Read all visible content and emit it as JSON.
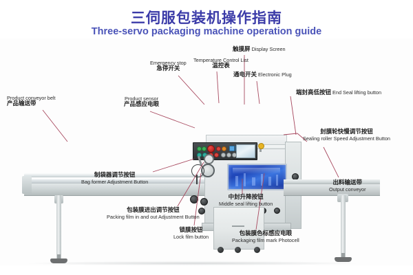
{
  "header": {
    "title_cn": "三伺服包装机操作指南",
    "title_en": "Three-servo packaging machine operation guide",
    "title_color": "#3b3ba8",
    "subtitle_color": "#4a53b8"
  },
  "diagram": {
    "leader_line_color": "#a8495f",
    "machine_name": "three-servo-packaging-machine"
  },
  "callouts": [
    {
      "id": "product-conveyor-belt",
      "cn": "产品输送带",
      "en": "Product conveyor belt",
      "order": "en-above-cn"
    },
    {
      "id": "emergency-stop",
      "cn": "急停开关",
      "en": "Emergency stop",
      "order": "en-above-cn"
    },
    {
      "id": "temperature-control-list",
      "cn": "温控表",
      "en": "Temperature Control List",
      "order": "en-above-cn"
    },
    {
      "id": "display-screen",
      "cn": "触摸屏",
      "en": "Display Screen",
      "order": "inline"
    },
    {
      "id": "electronic-plug",
      "cn": "通电开关",
      "en": "Electronic Plug",
      "order": "inline"
    },
    {
      "id": "product-sensor",
      "cn": "产品感应电眼",
      "en": "Product sensor",
      "order": "en-above-cn"
    },
    {
      "id": "end-seal-lifting-button",
      "cn": "端封高低按钮",
      "en": "End Seal lifting button",
      "order": "inline"
    },
    {
      "id": "sealing-roller-speed-adjustment-button",
      "cn": "封膜轮快慢调节按钮",
      "en": "Sealing roller Speed Adjustment Button",
      "order": "cn-above-en"
    },
    {
      "id": "bag-former-adjustment-button",
      "cn": "制袋器调节按钮",
      "en": "Bag former Adjustment Button",
      "order": "cn-above-en"
    },
    {
      "id": "packing-film-in-and-out-adjustment-button",
      "cn": "包装膜进出调节按钮",
      "en": "Packing film in and out Adjustment Button",
      "order": "cn-above-en"
    },
    {
      "id": "middle-seal-lifting-button",
      "cn": "中封升降按钮",
      "en": "Middle seal lifting button",
      "order": "cn-above-en"
    },
    {
      "id": "lock-film-button",
      "cn": "锁膜按钮",
      "en": "Lock film button",
      "order": "cn-above-en"
    },
    {
      "id": "packaging-film-mark-photocell",
      "cn": "包装膜色标感应电眼",
      "en": "Packaging film mark Photocell",
      "order": "cn-above-en"
    },
    {
      "id": "output-conveyor",
      "cn": "出料输送带",
      "en": "Output conveyor",
      "order": "cn-above-en"
    }
  ]
}
